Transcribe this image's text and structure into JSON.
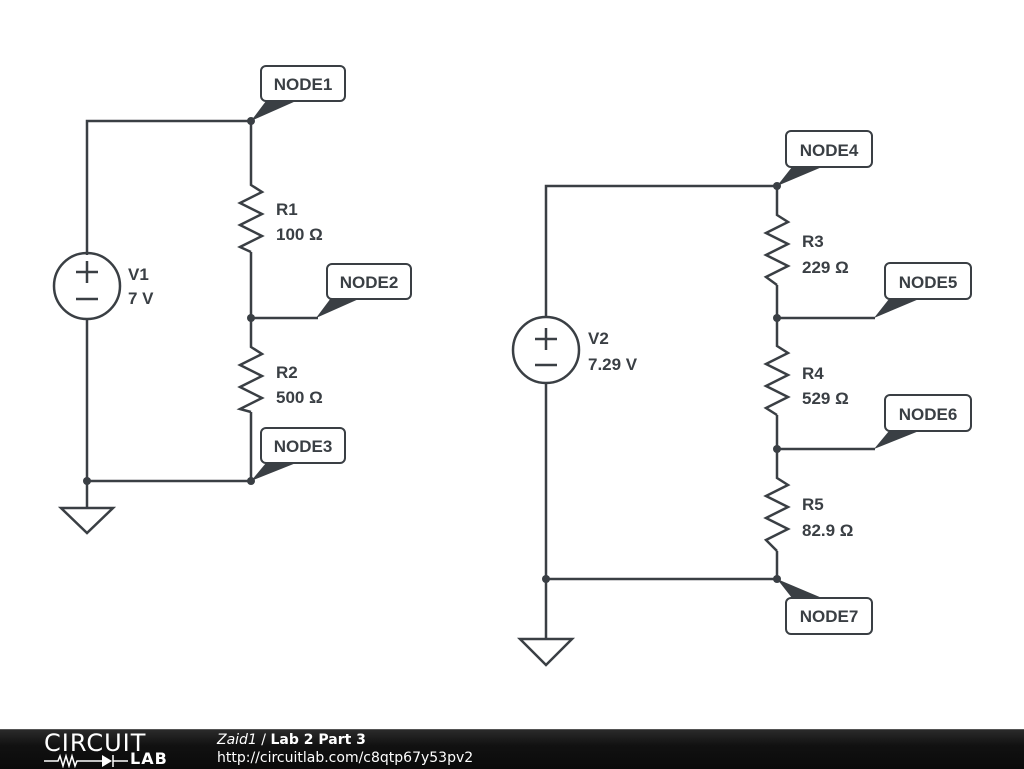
{
  "circuit1": {
    "source": {
      "name": "V1",
      "value": "7 V"
    },
    "resistors": [
      {
        "name": "R1",
        "value": "100 Ω"
      },
      {
        "name": "R2",
        "value": "500 Ω"
      }
    ],
    "nodes": [
      "NODE1",
      "NODE2",
      "NODE3"
    ]
  },
  "circuit2": {
    "source": {
      "name": "V2",
      "value": "7.29 V"
    },
    "resistors": [
      {
        "name": "R3",
        "value": "229 Ω"
      },
      {
        "name": "R4",
        "value": "529 Ω"
      },
      {
        "name": "R5",
        "value": "82.9 Ω"
      }
    ],
    "nodes": [
      "NODE4",
      "NODE5",
      "NODE6",
      "NODE7"
    ]
  },
  "footer": {
    "logo_top": "CIRCUIT",
    "logo_bottom": "LAB",
    "user": "Zaid1",
    "separator": " / ",
    "title": "Lab 2 Part 3",
    "url": "http://circuitlab.com/c8qtp67y53pv2"
  },
  "colors": {
    "ink": "#3a3f44",
    "footer_bg": "#111111"
  }
}
